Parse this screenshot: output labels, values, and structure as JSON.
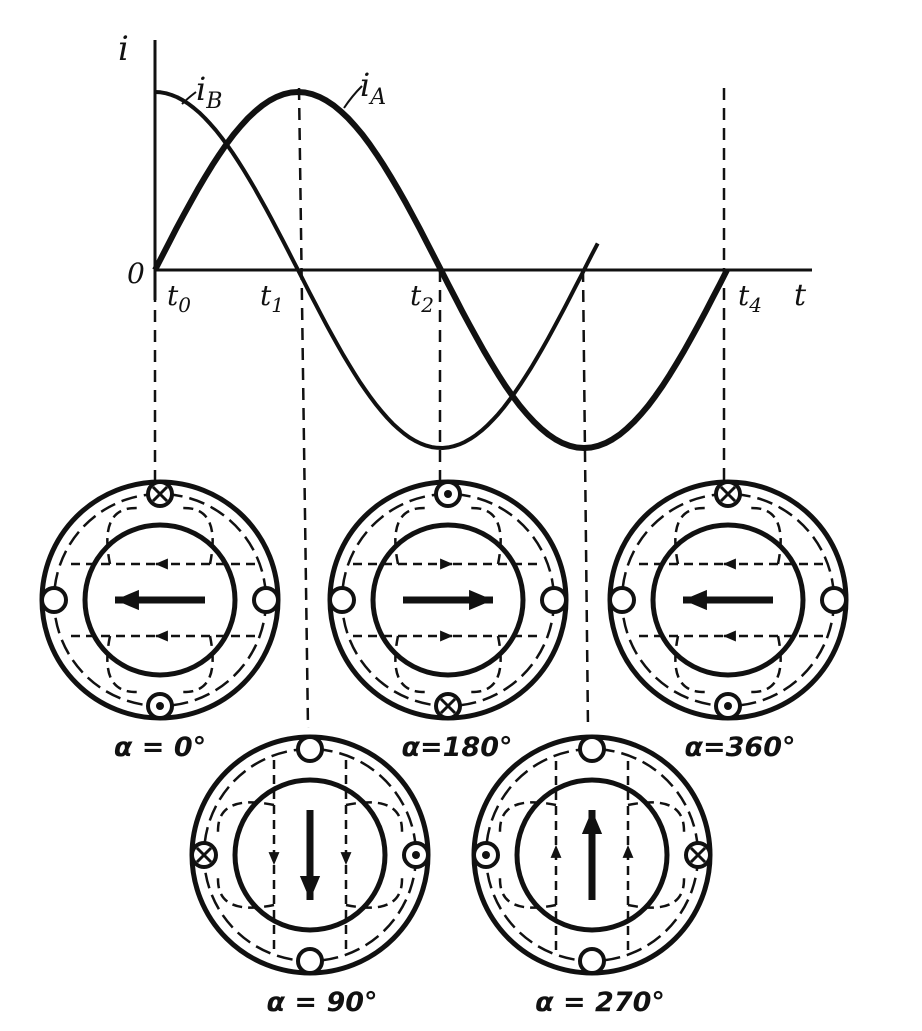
{
  "graph": {
    "y_axis_label": "i",
    "x_axis_label": "t",
    "origin_label": "0",
    "curve_b_label": "i",
    "curve_b_sub": "B",
    "curve_a_label": "i",
    "curve_a_sub": "A",
    "time_marks": [
      {
        "main": "t",
        "sub": "0"
      },
      {
        "main": "t",
        "sub": "1"
      },
      {
        "main": "t",
        "sub": "2"
      },
      {
        "main": "t",
        "sub": "4"
      }
    ]
  },
  "states": [
    {
      "angle_label": "α = 0°",
      "direction": "left",
      "top": "cross",
      "bottom": "dot",
      "left": "empty",
      "right": "empty"
    },
    {
      "angle_label": "α = 90°",
      "direction": "down",
      "top": "empty",
      "bottom": "empty",
      "left": "cross",
      "right": "dot"
    },
    {
      "angle_label": "α=180°",
      "direction": "right",
      "top": "dot",
      "bottom": "cross",
      "left": "empty",
      "right": "empty"
    },
    {
      "angle_label": "α = 270°",
      "direction": "up",
      "top": "empty",
      "bottom": "empty",
      "left": "dot",
      "right": "cross"
    },
    {
      "angle_label": "α=360°",
      "direction": "left",
      "top": "cross",
      "bottom": "dot",
      "left": "empty",
      "right": "empty"
    }
  ],
  "colors": {
    "ink": "#111111",
    "paper": "#ffffff"
  }
}
